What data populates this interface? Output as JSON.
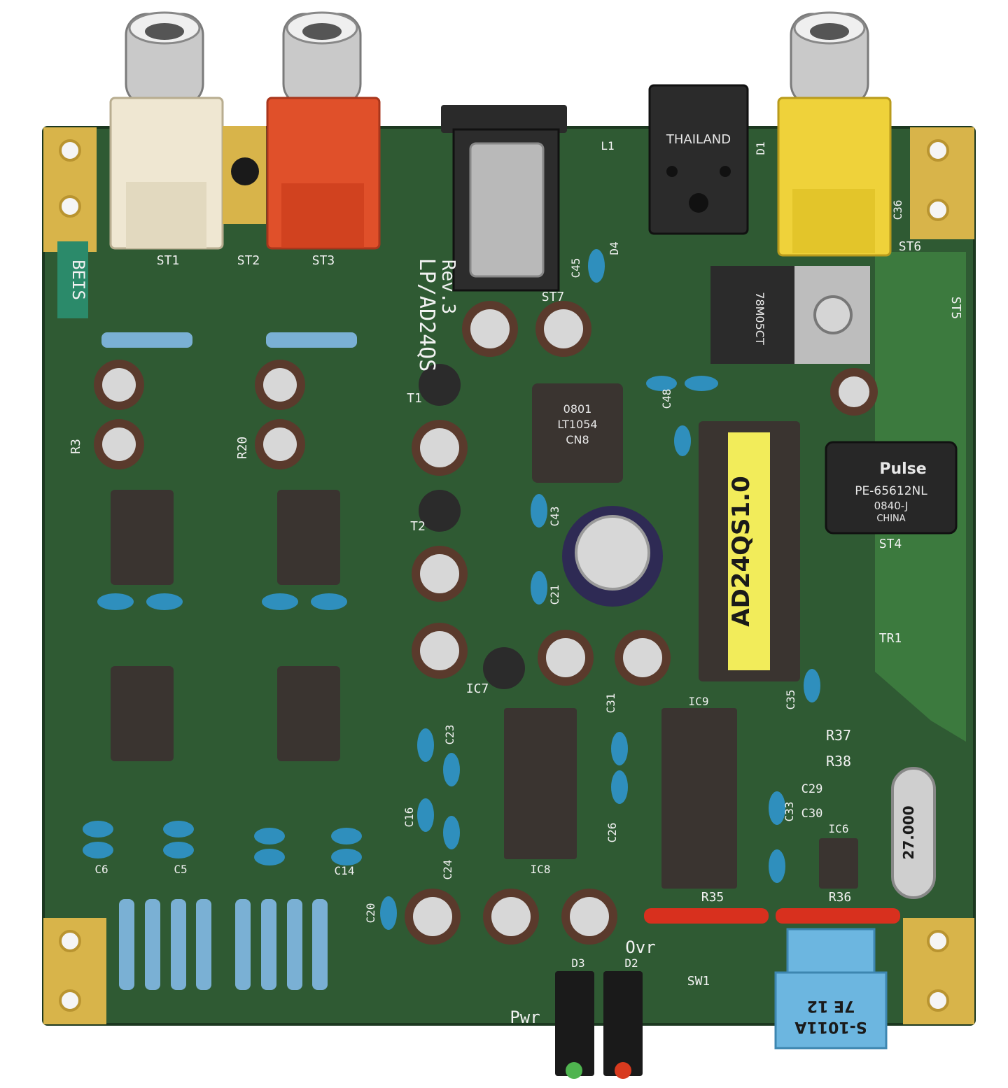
{
  "board": {
    "title": "LP/AD24QS",
    "revision": "Rev.3",
    "brand": "BEIS",
    "silk_labels": [
      {
        "id": "st1",
        "text": "ST1"
      },
      {
        "id": "st2",
        "text": "ST2"
      },
      {
        "id": "st3",
        "text": "ST3"
      },
      {
        "id": "st4",
        "text": "ST4"
      },
      {
        "id": "st5",
        "text": "ST5"
      },
      {
        "id": "st6",
        "text": "ST6"
      },
      {
        "id": "st7",
        "text": "ST7"
      },
      {
        "id": "r3",
        "text": "R3"
      },
      {
        "id": "r20",
        "text": "R20"
      },
      {
        "id": "r35",
        "text": "R35"
      },
      {
        "id": "r36",
        "text": "R36"
      },
      {
        "id": "r37",
        "text": "R37"
      },
      {
        "id": "r38",
        "text": "R38"
      },
      {
        "id": "t1",
        "text": "T1"
      },
      {
        "id": "t2",
        "text": "T2"
      },
      {
        "id": "l1",
        "text": "L1"
      },
      {
        "id": "d1",
        "text": "D1"
      },
      {
        "id": "d4",
        "text": "D4"
      },
      {
        "id": "d2",
        "text": "D2"
      },
      {
        "id": "d3",
        "text": "D3"
      },
      {
        "id": "c45",
        "text": "C45"
      },
      {
        "id": "c48",
        "text": "C48"
      },
      {
        "id": "c43",
        "text": "C43"
      },
      {
        "id": "c21",
        "text": "C21"
      },
      {
        "id": "c35",
        "text": "C35"
      },
      {
        "id": "c36",
        "text": "C36"
      },
      {
        "id": "c31",
        "text": "C31"
      },
      {
        "id": "c23",
        "text": "C23"
      },
      {
        "id": "c16",
        "text": "C16"
      },
      {
        "id": "c24",
        "text": "C24"
      },
      {
        "id": "c26",
        "text": "C26"
      },
      {
        "id": "c29",
        "text": "C29"
      },
      {
        "id": "c30",
        "text": "C30"
      },
      {
        "id": "c33",
        "text": "C33"
      },
      {
        "id": "c20",
        "text": "C20"
      },
      {
        "id": "c6",
        "text": "C6"
      },
      {
        "id": "c5",
        "text": "C5"
      },
      {
        "id": "c14",
        "text": "C14"
      },
      {
        "id": "ic6",
        "text": "IC6"
      },
      {
        "id": "ic7",
        "text": "IC7"
      },
      {
        "id": "ic8",
        "text": "IC8"
      },
      {
        "id": "ic9",
        "text": "IC9"
      },
      {
        "id": "tr1",
        "text": "TR1"
      },
      {
        "id": "sw1",
        "text": "SW1"
      },
      {
        "id": "ovr",
        "text": "Ovr"
      },
      {
        "id": "pwr",
        "text": "Pwr"
      }
    ],
    "components": {
      "optical_connector": "THAILAND",
      "regulator": "78M05CT",
      "opamp": {
        "line1": "0801",
        "line2": "LT1054",
        "line3": "CN8"
      },
      "dsp_label": "AD24QS1.0",
      "transformer": {
        "brand": "Pulse",
        "part": "PE-65612NL",
        "code": "0840-J",
        "origin": "CHINA"
      },
      "crystal": "27.000",
      "relay": {
        "line1": "S-1011A",
        "line2": "7E 12"
      }
    }
  },
  "colors": {
    "pcb": "#2f5a33",
    "pcb_dark": "#23462a",
    "gold": "#d8b44a",
    "silk": "#f0f0f0",
    "rca_white": "#efe7d2",
    "rca_red": "#e0502a",
    "rca_yellow": "#efd23a",
    "cap_blue": "#2f8fbd",
    "electrolytic": "#5a3a2c",
    "chip": "#3a3430",
    "relay_blue": "#6cb6e0",
    "label_yellow": "#f2ec5a"
  }
}
